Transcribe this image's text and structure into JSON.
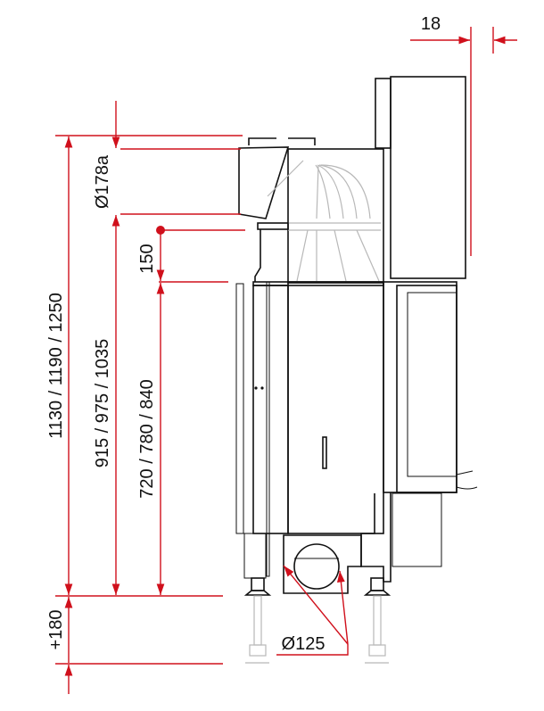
{
  "dimensions": {
    "top_offset": "18",
    "flue_diameter_top": "Ø178a",
    "inlet_height": "150",
    "total_height": "1130 / 1190 / 1250",
    "flue_center_height": "915 / 975 / 1035",
    "outlet_height": "720 / 780 / 840",
    "leg_extension": "+180",
    "air_inlet_diameter": "Ø125"
  },
  "colors": {
    "dimension_lines": "#d0101c",
    "drawing": "#111111",
    "hidden": "#b8b8b8"
  }
}
